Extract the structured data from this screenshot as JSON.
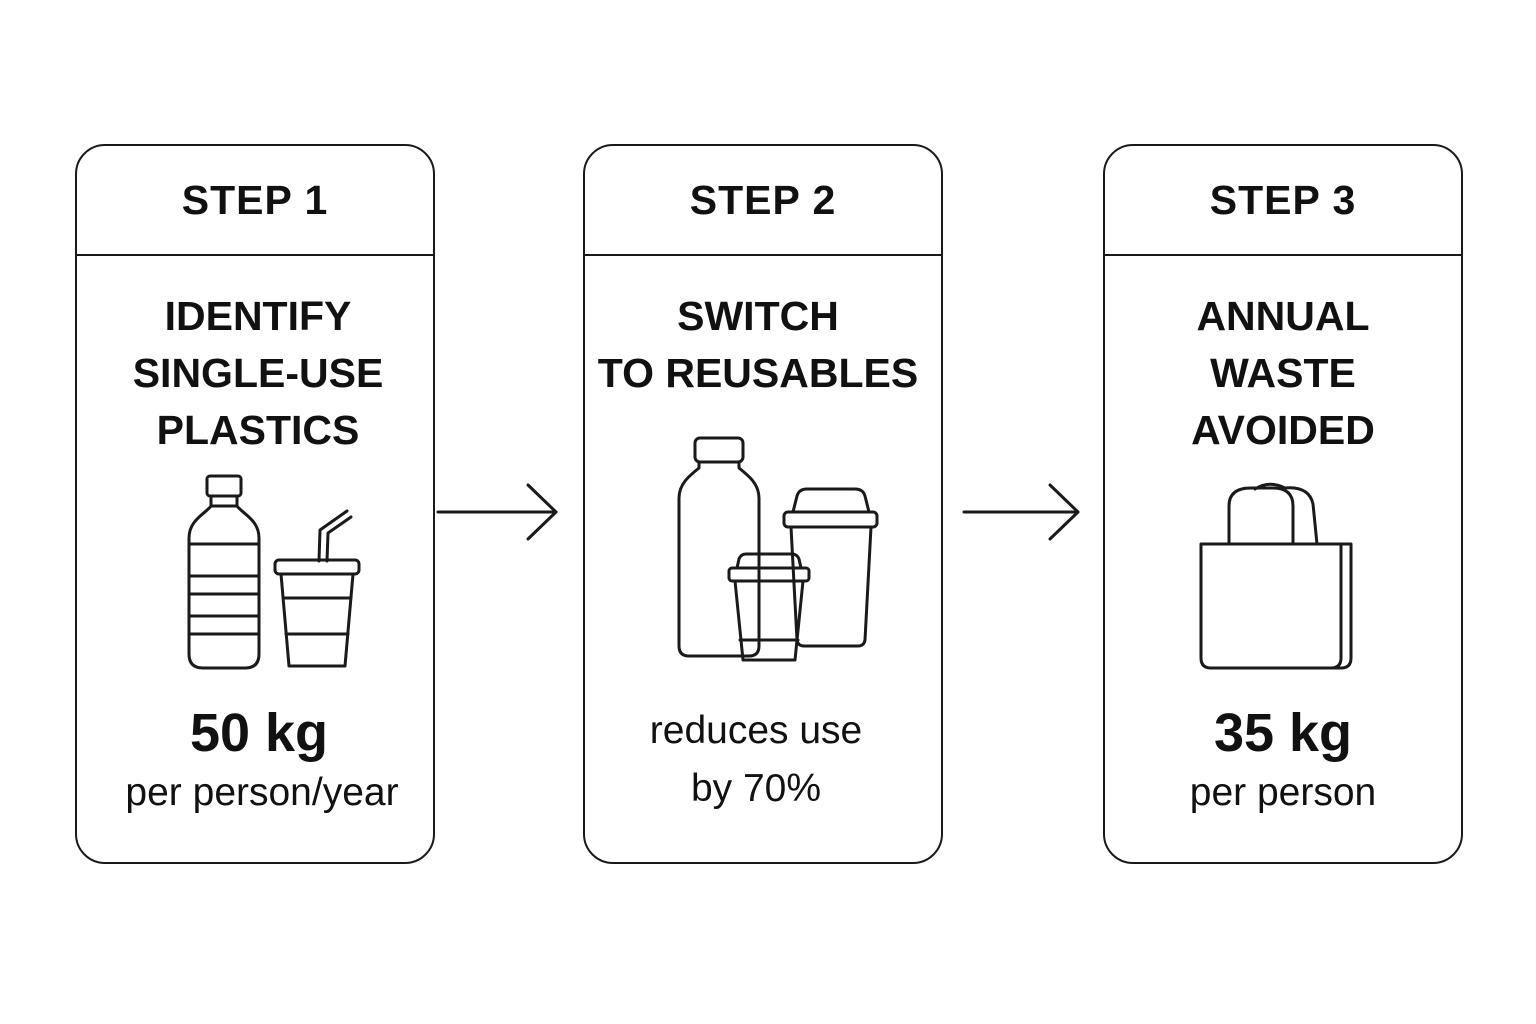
{
  "steps": [
    {
      "label": "STEP 1",
      "title": "IDENTIFY\nSINGLE-USE\nPLASTICS",
      "value": "50 kg",
      "description": "per person/year",
      "icon": "plastic-bottle-and-cup-icon"
    },
    {
      "label": "STEP 2",
      "title": "SWITCH\nTO REUSABLES",
      "value": "",
      "description": "reduces use\nby 70%",
      "icon": "reusable-bottle-and-cups-icon"
    },
    {
      "label": "STEP 3",
      "title": "ANNUAL\nWASTE\nAVOIDED",
      "value": "35 kg",
      "description": "per person",
      "icon": "tote-bag-icon"
    }
  ],
  "colors": {
    "stroke": "#1a1a1a",
    "background": "#ffffff"
  }
}
